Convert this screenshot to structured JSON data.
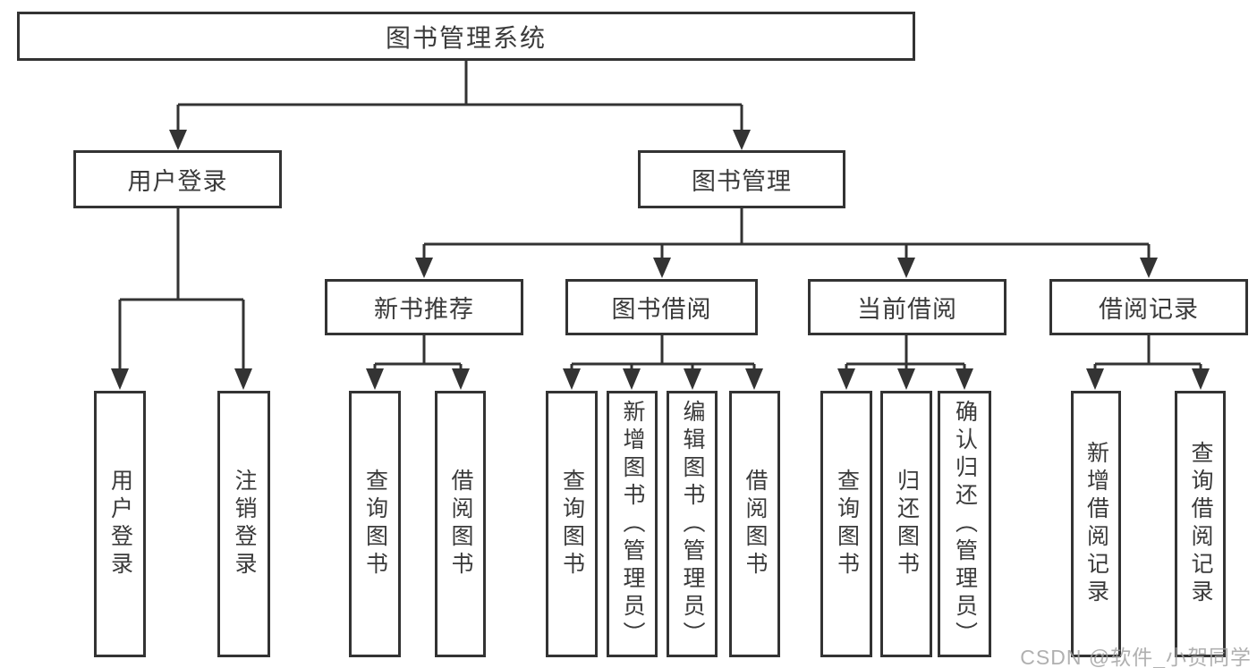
{
  "tree": {
    "label": "图书管理系统",
    "children": [
      {
        "label": "用户登录",
        "children": [
          {
            "label": "用户登录"
          },
          {
            "label": "注销登录"
          }
        ]
      },
      {
        "label": "图书管理",
        "children": [
          {
            "label": "新书推荐",
            "children": [
              {
                "label": "查询图书"
              },
              {
                "label": "借阅图书"
              }
            ]
          },
          {
            "label": "图书借阅",
            "children": [
              {
                "label": "查询图书"
              },
              {
                "label": "新增图书（管理员）"
              },
              {
                "label": "编辑图书（管理员）"
              },
              {
                "label": "借阅图书"
              }
            ]
          },
          {
            "label": "当前借阅",
            "children": [
              {
                "label": "查询图书"
              },
              {
                "label": "归还图书"
              },
              {
                "label": "确认归还（管理员）"
              }
            ]
          },
          {
            "label": "借阅记录",
            "children": [
              {
                "label": "新增借阅记录"
              },
              {
                "label": "查询借阅记录"
              }
            ]
          }
        ]
      }
    ]
  },
  "watermark": "CSDN @软件_小贺同学",
  "colors": {
    "line": "#333333",
    "text": "#3a3a3a",
    "watermark": "#a2a2a2",
    "background": "#ffffff"
  }
}
